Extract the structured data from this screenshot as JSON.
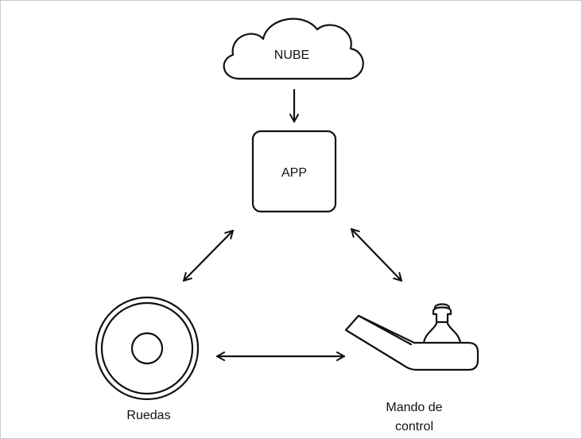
{
  "diagram": {
    "nodes": {
      "cloud": {
        "label": "NUBE",
        "icon": "cloud-icon"
      },
      "app": {
        "label": "APP",
        "icon": "rounded-square-icon"
      },
      "wheels": {
        "label": "Ruedas",
        "icon": "wheel-icon"
      },
      "remote": {
        "label_line1": "Mando de",
        "label_line2": "control",
        "icon": "joystick-remote-icon"
      }
    },
    "connections": [
      {
        "from": "cloud",
        "to": "app",
        "direction": "one-way"
      },
      {
        "from": "app",
        "to": "wheels",
        "direction": "two-way"
      },
      {
        "from": "app",
        "to": "remote",
        "direction": "two-way"
      },
      {
        "from": "wheels",
        "to": "remote",
        "direction": "two-way"
      }
    ]
  }
}
